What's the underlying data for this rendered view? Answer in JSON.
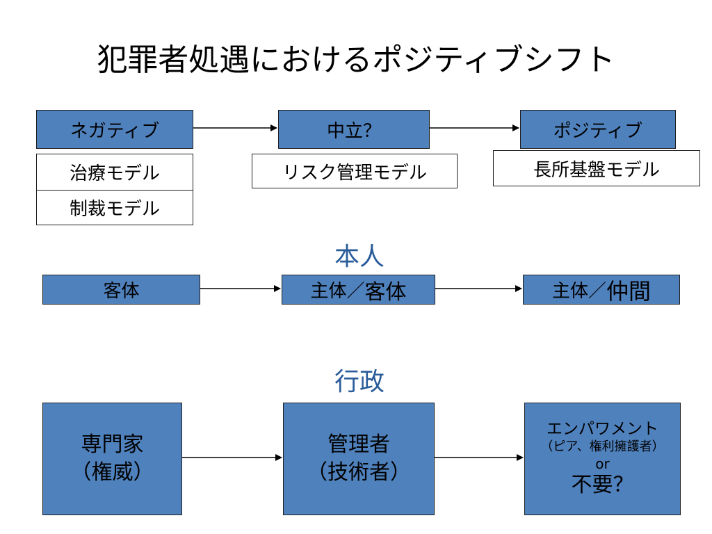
{
  "title": "犯罪者処遇におけるポジティブシフト",
  "row1": {
    "negative": "ネガティブ",
    "neutral": "中立？",
    "positive": "ポジティブ",
    "treatment_model": "治療モデル",
    "sanction_model": "制裁モデル",
    "risk_model": "リスク管理モデル",
    "strength_model": "長所基盤モデル"
  },
  "self_section": {
    "label": "本人",
    "object": "客体",
    "subject_object_a": "主体／",
    "subject_object_b": "客体",
    "subject_peer_a": "主体／",
    "subject_peer_b": "仲間"
  },
  "admin_section": {
    "label": "行政",
    "expert_line1": "専門家",
    "expert_line2": "（権威）",
    "manager_line1": "管理者",
    "manager_line2": "（技術者）",
    "empower_line1": "エンパワメント",
    "empower_line2": "（ピア、権利擁護者）",
    "empower_line3": "or",
    "empower_line4": "不要？"
  },
  "colors": {
    "box_fill": "#4f81bd",
    "label_text": "#2a5c9a"
  }
}
